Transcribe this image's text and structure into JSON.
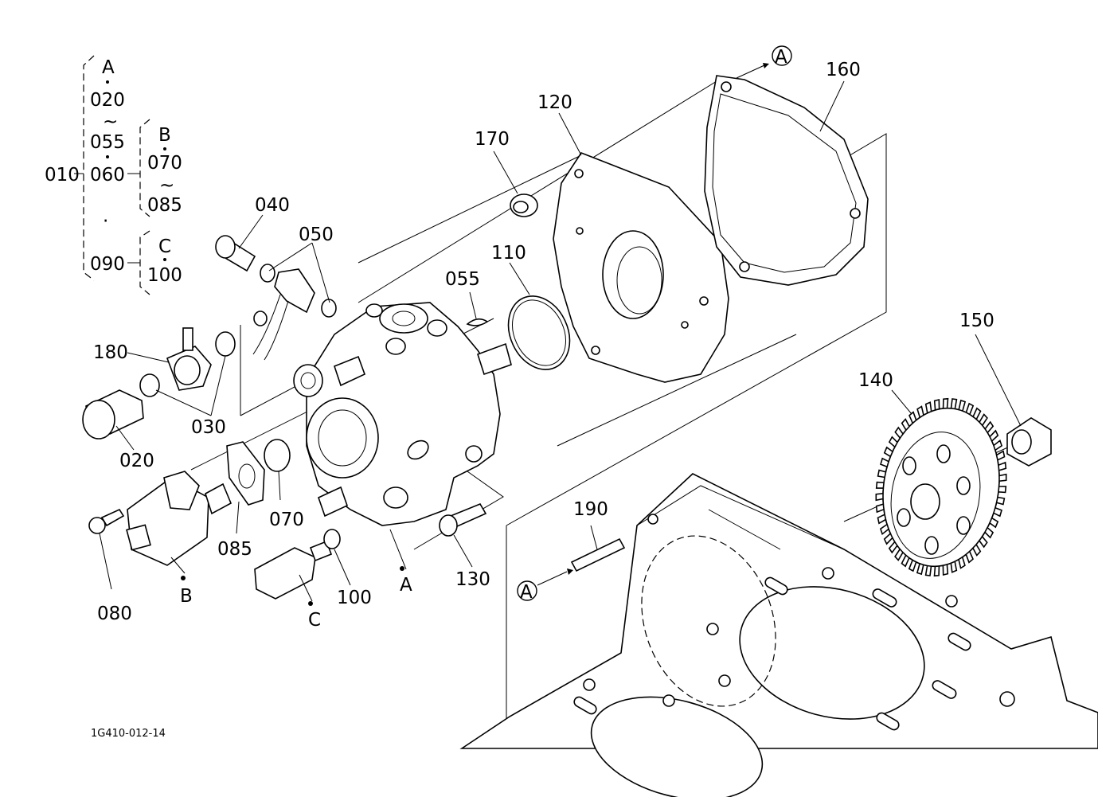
{
  "tree": {
    "root": "010",
    "group_a": [
      "A",
      "020",
      "~",
      "055",
      "060"
    ],
    "group_b": [
      "B",
      "070",
      "~",
      "085"
    ],
    "dot": "·",
    "item_090": "090",
    "group_c": [
      "C",
      "100"
    ]
  },
  "callouts": {
    "p040": "040",
    "p050": "050",
    "p055": "055",
    "p110": "110",
    "p120": "120",
    "p160": "160",
    "p170": "170",
    "p150": "150",
    "p140": "140",
    "p180": "180",
    "p030": "030",
    "p020": "020",
    "p070": "070",
    "p085": "085",
    "p080": "080",
    "p100": "100",
    "p130": "130",
    "p190": "190",
    "sub_a": "A",
    "sub_b": "B",
    "sub_c": "C"
  },
  "refs": {
    "ref_top": "A",
    "ref_bottom": "A"
  },
  "drawing_code": "1G410-012-14"
}
